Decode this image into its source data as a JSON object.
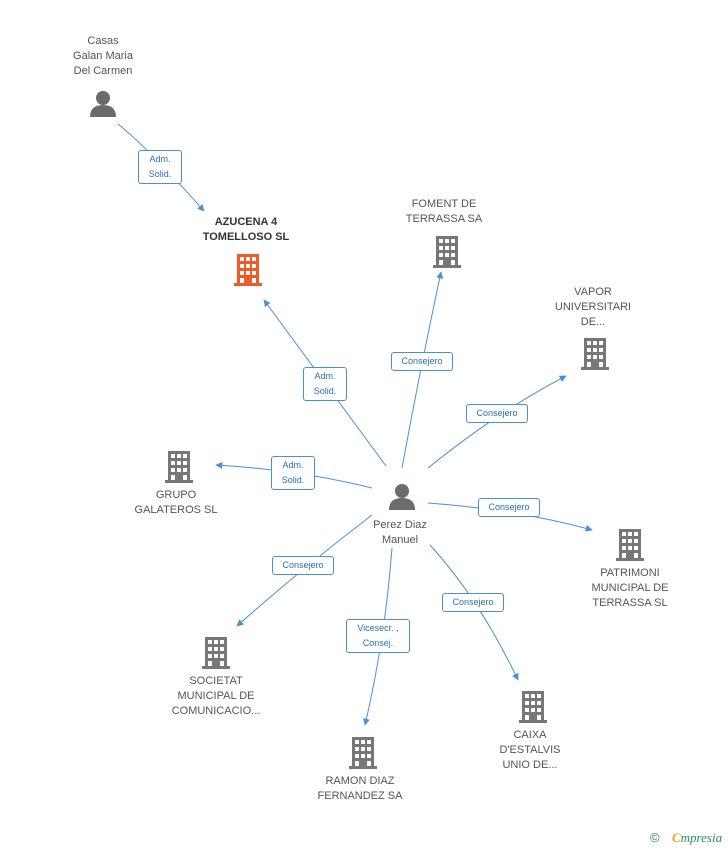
{
  "colors": {
    "edge": "#4a90d9",
    "company_icon": "#777777",
    "main_company_icon": "#f05a28",
    "person_icon": "#6b6b6b"
  },
  "nodes": {
    "casas": "Casas\nGalan Maria\nDel Carmen",
    "azucena": "AZUCENA 4\nTOMELLOSO SL",
    "foment": "FOMENT DE\nTERRASSA SA",
    "vapor": "VAPOR\nUNIVERSITARI\nDE...",
    "grupo": "GRUPO\nGALATEROS SL",
    "perez": "Perez Diaz\nManuel",
    "patrimoni": "PATRIMONI\nMUNICIPAL DE\nTERRASSA  SL",
    "societat": "SOCIETAT\nMUNICIPAL DE\nCOMUNICACIO...",
    "caixa": "CAIXA\nD'ESTALVIS\nUNIO DE...",
    "ramon": "RAMON DIAZ\nFERNANDEZ SA"
  },
  "edges": {
    "casas_azucena": "Adm.\nSolid.",
    "perez_azucena": "Adm.\nSolid.",
    "perez_foment": "Consejero",
    "perez_vapor": "Consejero",
    "perez_grupo": "Adm.\nSolid.",
    "perez_patrimoni": "Consejero",
    "perez_societat": "Consejero",
    "perez_ramon": "Vicesecr. ,\nConsej.",
    "perez_caixa": "Consejero"
  },
  "footer": {
    "copyright": "©",
    "brand_initial": "C",
    "brand_rest": "mpresia"
  }
}
